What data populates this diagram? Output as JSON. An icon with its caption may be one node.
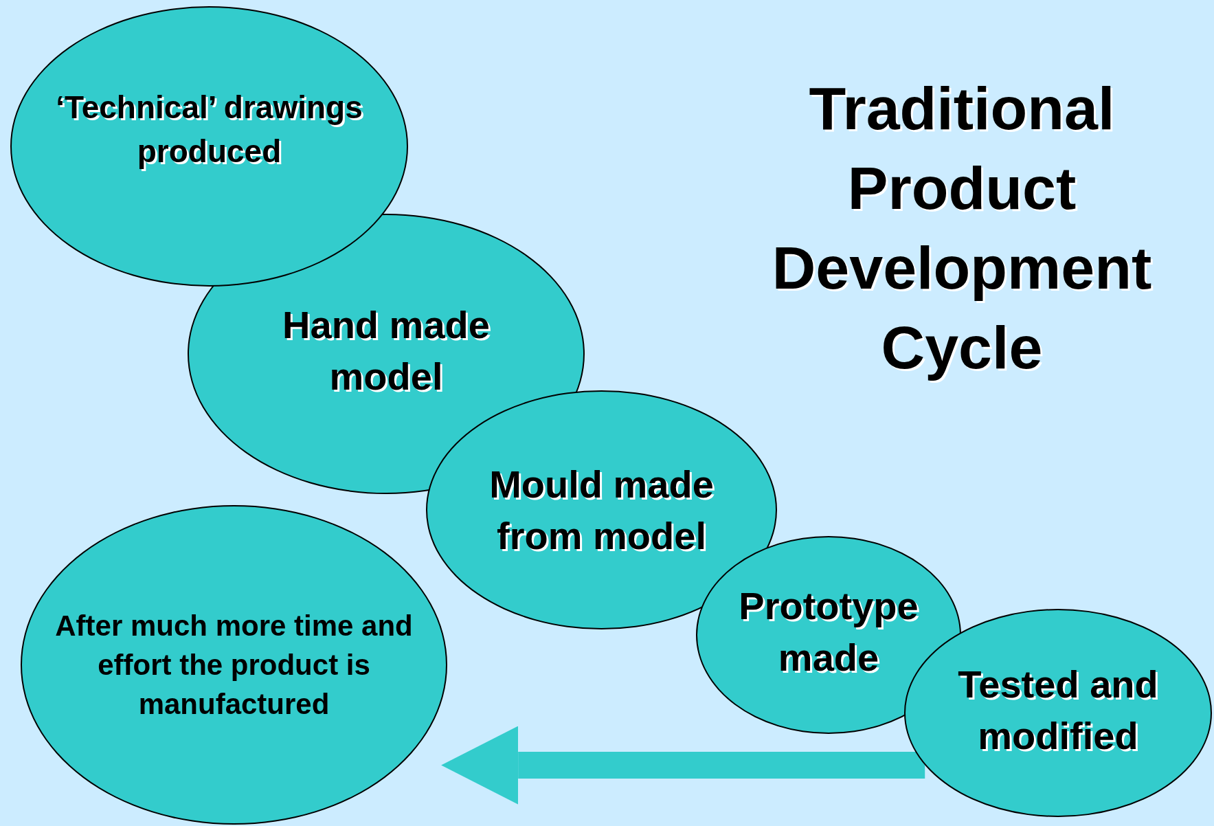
{
  "diagram": {
    "title": "Traditional Product Development Cycle",
    "nodes": [
      {
        "text": [
          "‘Technical’ drawings produced"
        ]
      },
      {
        "text": [
          "Hand made model"
        ]
      },
      {
        "text": [
          "Mould made from model"
        ]
      },
      {
        "text": [
          "Prototype made"
        ]
      },
      {
        "text": [
          "Tested and modified"
        ]
      },
      {
        "text": [
          "After much more time and effort the product is manufactured"
        ]
      }
    ],
    "edges": [
      {
        "from": 4,
        "to": 5,
        "arrow": "to"
      }
    ]
  }
}
